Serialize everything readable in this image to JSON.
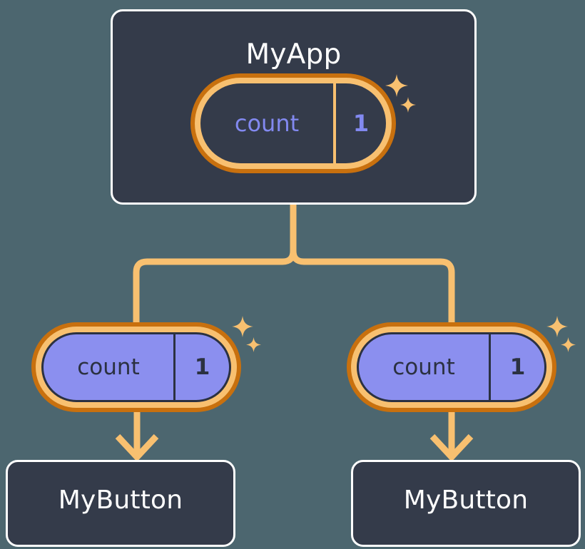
{
  "diagram": {
    "title_visible": false,
    "background_color": "#4C666F",
    "accent_orange_light": "#F8C070",
    "accent_orange_dark": "#C8700E",
    "card_fill": "#343B4A",
    "card_border": "#FFFFFF",
    "pill_purple_fill": "#8B8FEF",
    "pill_dark_text": "#8289F0",
    "pill_purple_text": "#2B3141"
  },
  "nodes": {
    "root": {
      "label": "MyApp",
      "state": {
        "key": "count",
        "value": "1",
        "style": "dark"
      }
    },
    "children": [
      {
        "label": "MyButton",
        "state": {
          "key": "count",
          "value": "1",
          "style": "purple"
        }
      },
      {
        "label": "MyButton",
        "state": {
          "key": "count",
          "value": "1",
          "style": "purple"
        }
      }
    ]
  },
  "icons": {
    "sparkle_large": "sparkle-icon",
    "sparkle_small": "sparkle-icon",
    "arrow_down": "arrow-down-icon"
  }
}
